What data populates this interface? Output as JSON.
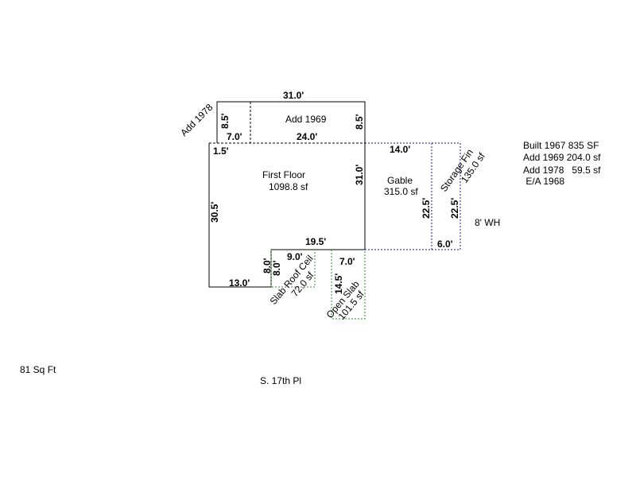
{
  "sketch": {
    "areas": {
      "first_floor_name": "First Floor",
      "first_floor_area": "1098.8 sf",
      "add_1969": "Add 1969",
      "add_1978": "Add 1978",
      "gable_name": "Gable",
      "gable_area": "315.0 sf",
      "storage_name": "Storage Fin",
      "storage_area": "135.0 sf",
      "slab_name": "Slab Roof Ceil",
      "slab_area": "72.0 sf",
      "open_slab_name": "Open Slab",
      "open_slab_area": "101.5 sf"
    },
    "dimensions": {
      "top_31": "31.0'",
      "add1978_height": "8.5'",
      "add1969_height": "8.5'",
      "add1978_width": "7.0'",
      "add1969_width": "24.0'",
      "left_offset": "1.5'",
      "first_floor_right": "31.0'",
      "left_height": "30.5'",
      "bottom_width": "19.5'",
      "notch_height_a": "8.0'",
      "notch_height_b": "8.0'",
      "bottom_left": "13.0'",
      "slab_width": "9.0'",
      "gable_width": "14.0'",
      "gable_height": "22.5'",
      "storage_height": "22.5'",
      "storage_width": "6.0'",
      "open_slab_width": "7.0'",
      "open_slab_height": "14.5'"
    },
    "notes": {
      "built_line": "Built 1967  835 SF",
      "add1969_line": "Add 1969  204.0 sf",
      "add1978_line": "Add 1978   59.5 sf",
      "ea_line": " E/A 1968",
      "wall_height": "8' WH",
      "sq_ft": "81 Sq Ft",
      "street": "S. 17th Pl"
    },
    "colors": {
      "outline": "#000000",
      "dashed_blue": "#1a1a8c",
      "dashed_green": "#2e8b2e"
    }
  }
}
